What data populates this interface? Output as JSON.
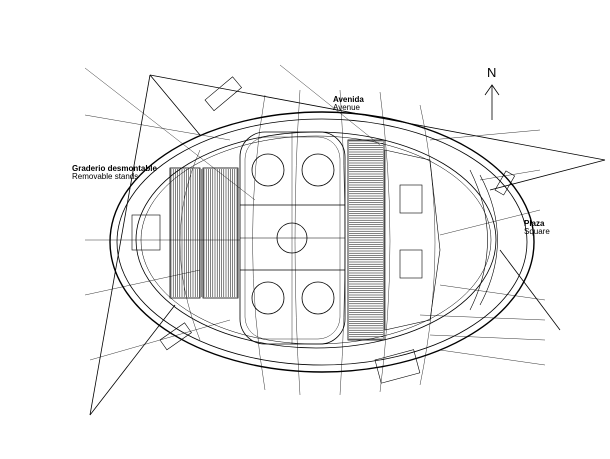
{
  "north_label": "N",
  "labels": {
    "avenue_es": "Avenida",
    "avenue_en": "Avenue",
    "stands_es": "Graderio desmontable",
    "stands_en": "Removable stands",
    "square_es": "Plaza",
    "square_en": "Square"
  },
  "colors": {
    "line": "#000000",
    "background": "#ffffff"
  }
}
